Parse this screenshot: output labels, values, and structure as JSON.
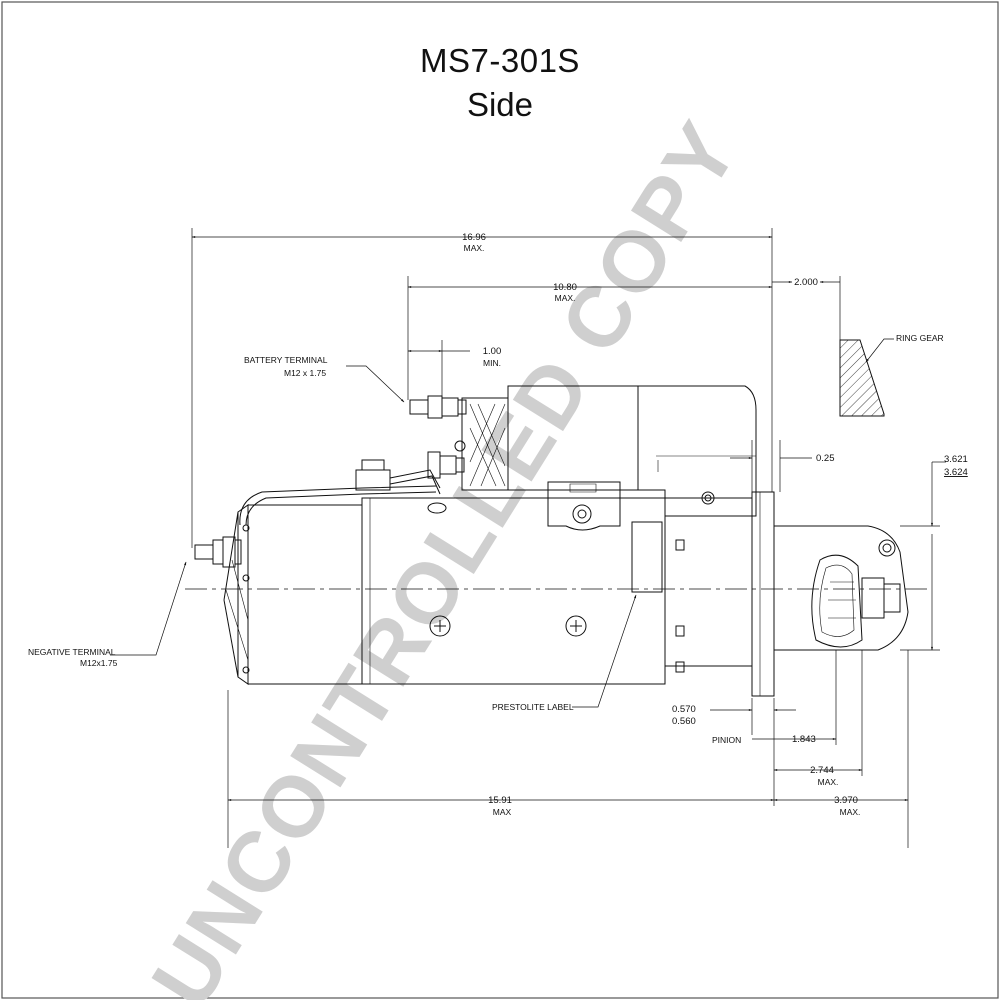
{
  "title": {
    "line1": "MS7-301S",
    "line2": "Side"
  },
  "watermark": "UNCONTROLLED COPY",
  "dimensions": {
    "overall": {
      "value": "16.96",
      "note": "MAX."
    },
    "solenoid": {
      "value": "10.80",
      "note": "MAX."
    },
    "terminal_min": {
      "value": "1.00",
      "note": "MIN."
    },
    "ring_gap": {
      "value": "2.000"
    },
    "flange_offset": {
      "value": "0.25"
    },
    "pinion_dia_a": {
      "value": "3.621"
    },
    "pinion_dia_b": {
      "value": "3.624"
    },
    "flange_thick_a": {
      "value": "0.570"
    },
    "flange_thick_b": {
      "value": "0.560"
    },
    "pinion": {
      "value": "1.843"
    },
    "nose": {
      "value": "2.744",
      "note": "MAX."
    },
    "body": {
      "value": "15.91",
      "note": "MAX"
    },
    "nose_total": {
      "value": "3.970",
      "note": "MAX."
    }
  },
  "labels": {
    "battery_terminal": "BATTERY TERMINAL",
    "battery_thread": "M12 x 1.75",
    "negative_terminal": "NEGATIVE TERMINAL",
    "negative_thread": "M12x1.75",
    "ring_gear": "RING GEAR",
    "prestolite_label": "PRESTOLITE LABEL",
    "pinion": "PINION"
  },
  "colors": {
    "line": "#111111",
    "watermark": "#cfcfcf",
    "frame": "#555555"
  }
}
